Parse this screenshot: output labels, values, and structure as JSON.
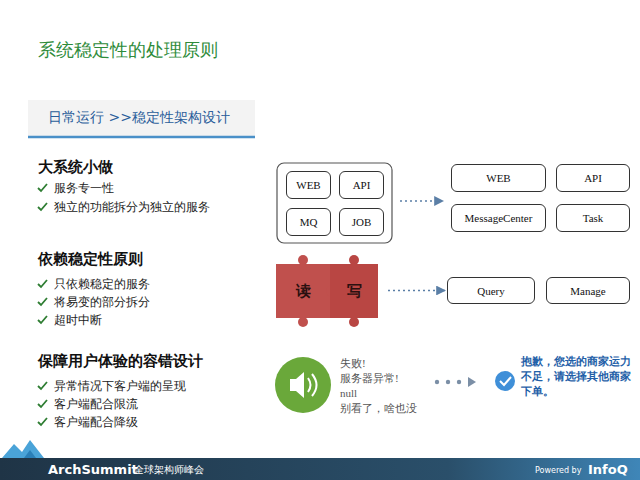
{
  "diagram": {
    "title": "系统稳定性的处理原则",
    "nodes": [
      {
        "text": [
          "WEB"
        ]
      },
      {
        "text": [
          "API"
        ]
      },
      {
        "text": [
          "MQ"
        ]
      },
      {
        "text": [
          "JOB"
        ]
      },
      {
        "text": [
          "WEB"
        ]
      },
      {
        "text": [
          "API"
        ]
      },
      {
        "text": [
          "MessageCenter"
        ]
      },
      {
        "text": [
          "Task"
        ]
      },
      {
        "text": [
          "读"
        ]
      },
      {
        "text": [
          "写"
        ]
      },
      {
        "text": [
          "Query"
        ]
      },
      {
        "text": [
          "Manage"
        ]
      }
    ],
    "edges": [
      {
        "from": 9,
        "to": 10,
        "arrow": "to"
      }
    ],
    "labels": [
      "日常运行 >>稳定性架构设计",
      "大系统小做",
      "服务专一性",
      "独立的功能拆分为独立的服务",
      "依赖稳定性原则",
      "只依赖稳定的服务",
      "将易变的部分拆分",
      "超时中断",
      "保障用户体验的容错设计",
      "异常情况下客户端的呈现",
      "客户端配合限流",
      "客户端配合降级",
      "失败!",
      "服务器异常!",
      "null",
      "别看了，啥也没",
      "抱歉，您选的商家运力不足，请选择其他商家下单。",
      "ArchSummit",
      "全球架构师峰会",
      "Powered by",
      "InfoQ"
    ]
  }
}
